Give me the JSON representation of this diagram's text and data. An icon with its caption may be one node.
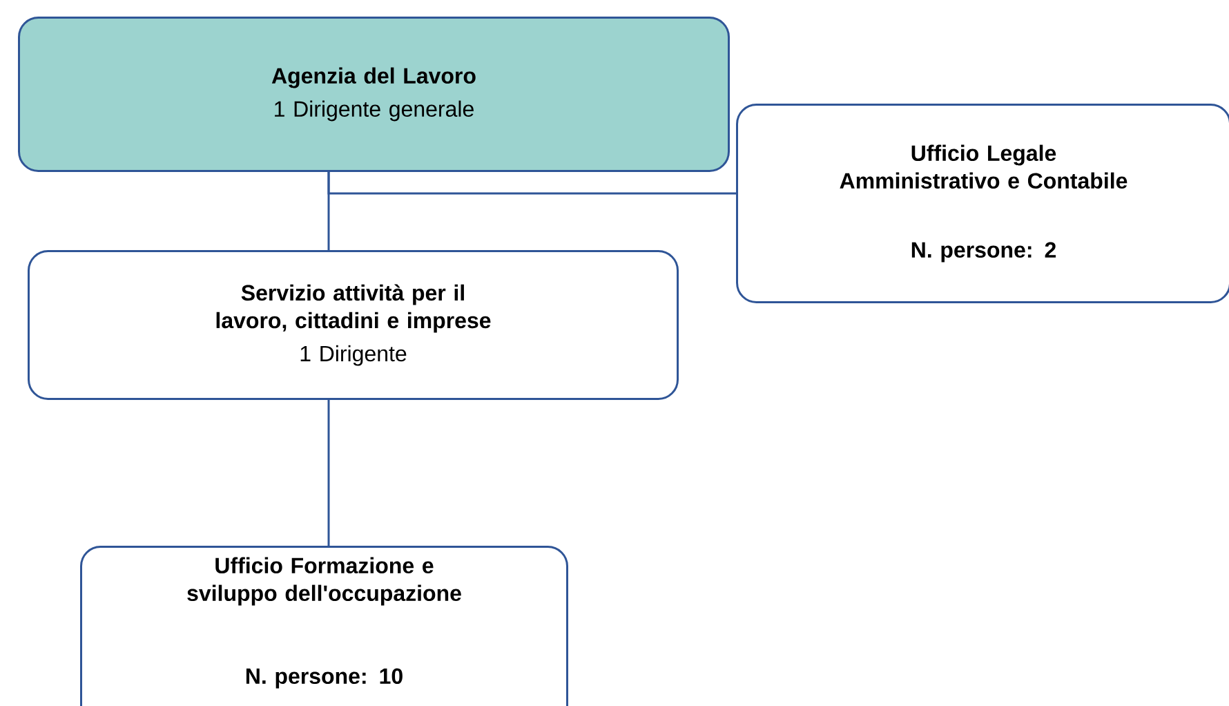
{
  "diagram": {
    "nodes": [
      {
        "text": [
          "Agenzia del Lavoro",
          "1 Dirigente generale"
        ]
      },
      {
        "text": [
          "Ufficio Legale Amministrativo e Contabile",
          "N. persone: 2"
        ]
      },
      {
        "text": [
          "Servizio attività per il lavoro, cittadini e imprese",
          "1 Dirigente"
        ]
      },
      {
        "text": [
          "Ufficio Formazione e sviluppo dell'occupazione",
          "N. persone: 10"
        ]
      }
    ],
    "edges": [
      {
        "from": 0,
        "to": 1,
        "arrow": "none"
      },
      {
        "from": 0,
        "to": 2,
        "arrow": "none"
      },
      {
        "from": 2,
        "to": 3,
        "arrow": "none"
      }
    ]
  }
}
